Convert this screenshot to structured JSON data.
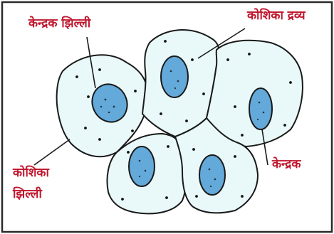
{
  "labels": {
    "nuclear_membrane": "केन्द्रक झिल्ली",
    "cytoplasm": "कोशिका द्रव्य",
    "cell_membrane_line1": "कोशिका",
    "cell_membrane_line2": "झिल्ली",
    "nucleus": "केन्द्रक"
  },
  "colors": {
    "label": "#c0162d",
    "cell_fill": "#e9f8f8",
    "cell_outline": "#1a1a1a",
    "nucleus_fill": "#63a9d9",
    "leader_line": "#1a1a1a",
    "frame": "#2a2a2a"
  }
}
